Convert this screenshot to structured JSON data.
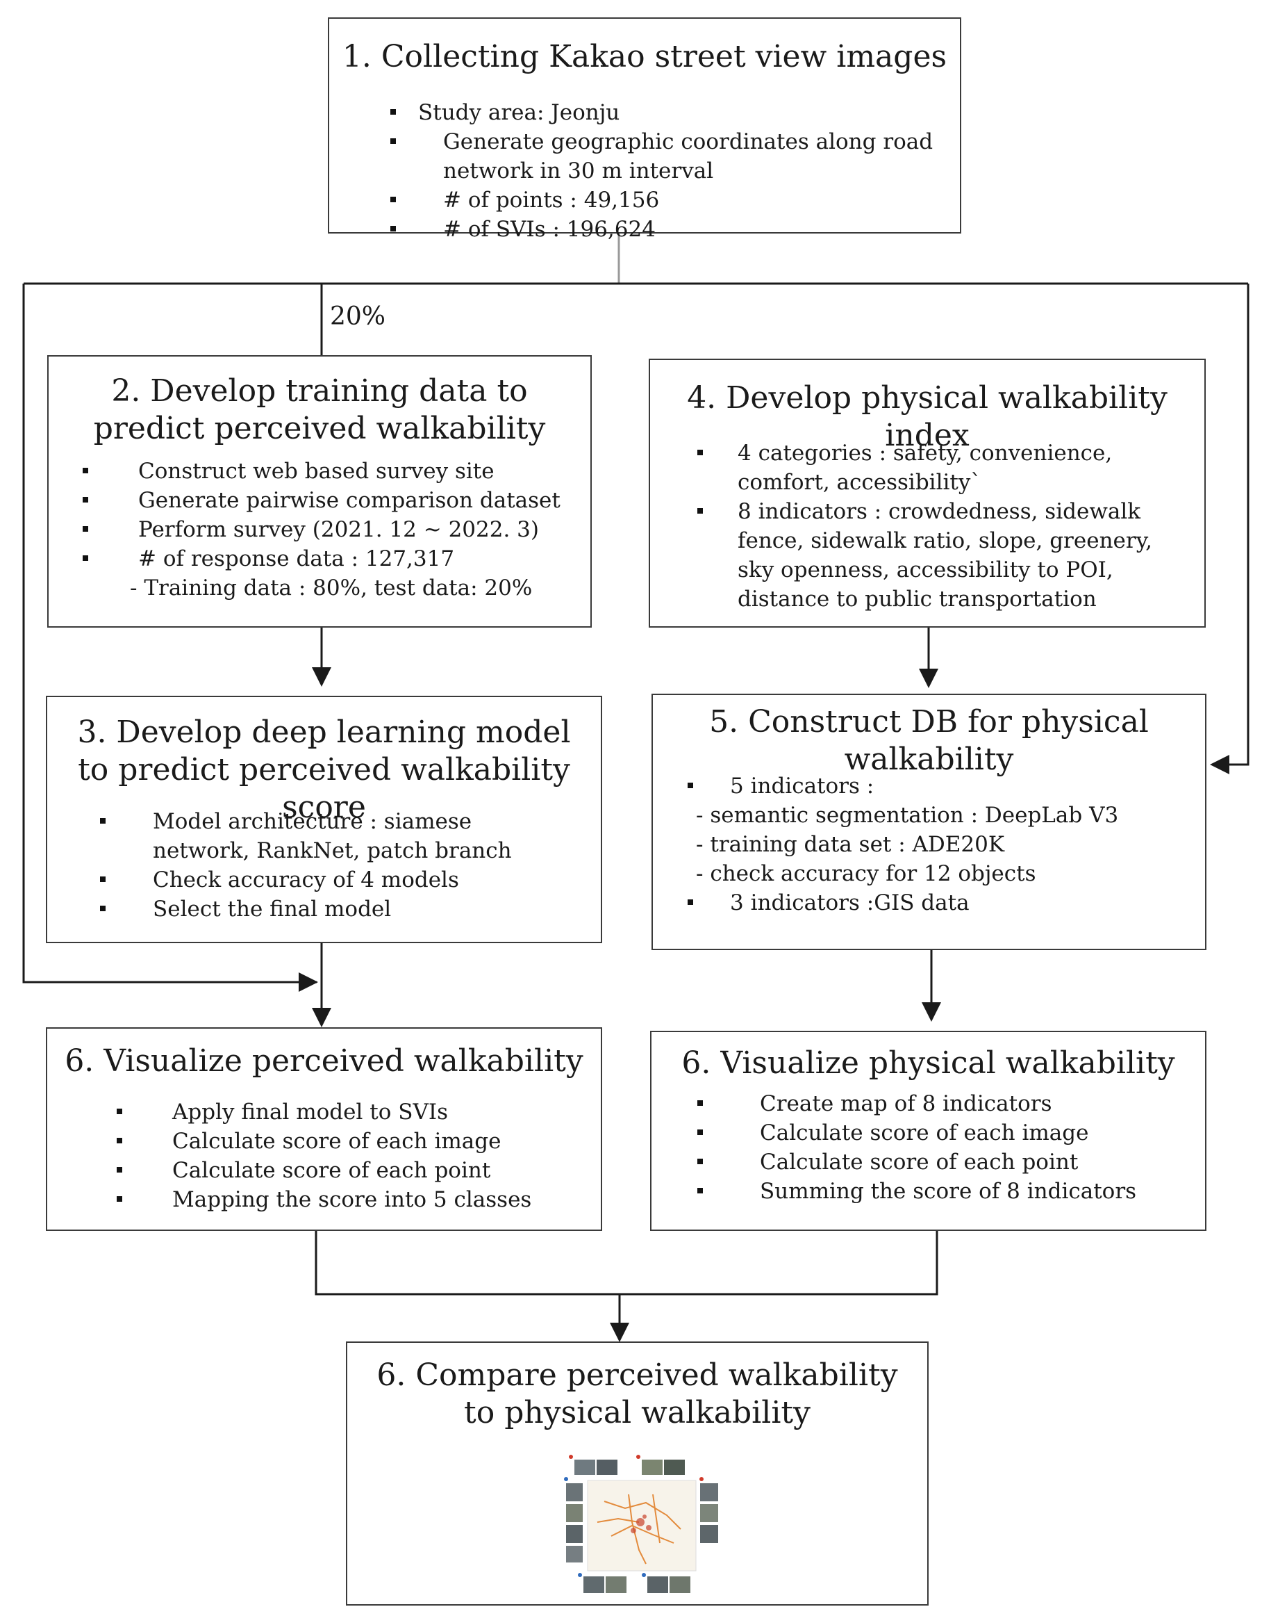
{
  "boxes": {
    "b1": {
      "title": "1. Collecting  Kakao street view images",
      "items": [
        "Study area: Jeonju",
        "Generate geographic coordinates along road network in 30 m interval",
        "# of points : 49,156",
        "# of  SVIs : 196,624"
      ]
    },
    "b2": {
      "title": "2. Develop training data to predict perceived walkability",
      "items": [
        "Construct web based survey site",
        "Generate pairwise comparison dataset",
        "Perform survey (2021. 12 ~ 2022. 3)",
        "# of  response data : 127,317"
      ],
      "sub": "- Training data : 80%, test data: 20%"
    },
    "b3": {
      "title": "3. Develop deep learning model to predict perceived walkability score",
      "items": [
        "Model architecture : siamese network, RankNet, patch branch",
        "Check accuracy of 4 models",
        "Select the final model"
      ]
    },
    "b4": {
      "title": "4. Develop  physical walkability index",
      "items": [
        "4 categories : safety, convenience, comfort, accessibility`",
        "8 indicators : crowdedness, sidewalk fence, sidewalk ratio, slope, greenery, sky openness, accessibility to POI, distance to public transportation"
      ]
    },
    "b5": {
      "title": "5. Construct DB for physical walkability",
      "item1": "5 indicators :",
      "subs": [
        "- semantic segmentation : DeepLab  V3",
        "- training data set : ADE20K",
        "- check accuracy for 12 objects"
      ],
      "item2": "3 indicators :GIS data"
    },
    "b6a": {
      "title": "6. Visualize perceived walkability",
      "items": [
        "Apply  final model to SVIs",
        "Calculate score of each image",
        "Calculate score of each point",
        "Mapping  the score into 5 classes"
      ]
    },
    "b6b": {
      "title": "6. Visualize physical walkability",
      "items": [
        "Create map of 8 indicators",
        "Calculate score of each image",
        "Calculate score of each point",
        "Summing the score of 8 indicators"
      ]
    },
    "b7": {
      "title": "6. Compare perceived walkability to physical walkability"
    }
  },
  "edge_label": "20%",
  "colors": {
    "border": "#3a3a3a",
    "line": "#1a1a1a",
    "connector": "#9a9a9a",
    "map_route": "#e07a1f"
  }
}
